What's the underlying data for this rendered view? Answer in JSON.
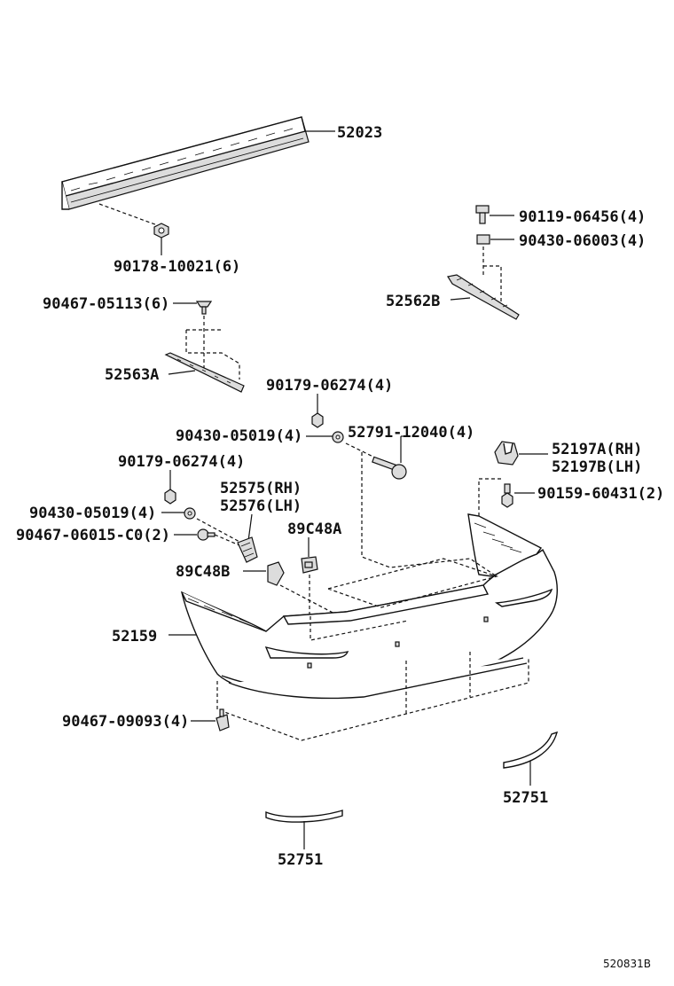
{
  "diagram": {
    "labels": {
      "p52023": "52023",
      "p90178": "90178-10021(6)",
      "p90119": "90119-06456(4)",
      "p90430a": "90430-06003(4)",
      "p52562B": "52562B",
      "p90467a": "90467-05113(6)",
      "p52563A": "52563A",
      "p90179a": "90179-06274(4)",
      "p90430b": "90430-05019(4)",
      "p52791": "52791-12040(4)",
      "p52197A": "52197A(RH)",
      "p52197B": "52197B(LH)",
      "p90179b": "90179-06274(4)",
      "p52575": "52575(RH)",
      "p52576": "52576(LH)",
      "p90159": "90159-60431(2)",
      "p90430c": "90430-05019(4)",
      "p89C48A": "89C48A",
      "p90467b": "90467-06015-C0(2)",
      "p89C48B": "89C48B",
      "p52159": "52159",
      "p90467c": "90467-09093(4)",
      "p52751a": "52751",
      "p52751b": "52751"
    },
    "diagram_code": "520831B"
  }
}
